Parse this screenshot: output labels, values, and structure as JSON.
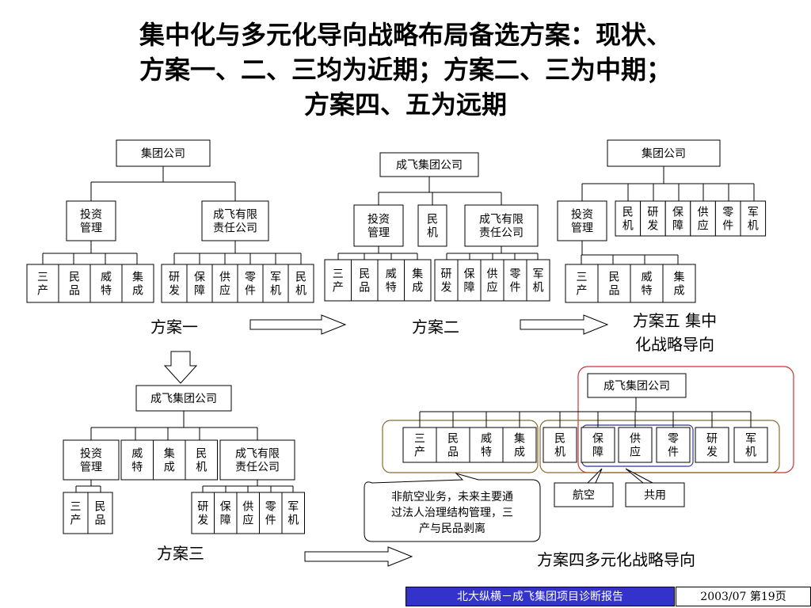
{
  "title": {
    "line1": "集中化与多元化导向战略布局备选方案：现状、",
    "line2": "方案一、二、三均为近期；方案二、三为中期；",
    "line3": "方案四、五为远期"
  },
  "labels": {
    "plan1": "方案一",
    "plan2": "方案二",
    "plan3": "方案三",
    "plan4": "方案四多元化战略导向",
    "plan5_line1": "方案五 集中",
    "plan5_line2": "化战略导向"
  },
  "plan1": {
    "root": "集团公司",
    "invest": [
      "投资",
      "管理"
    ],
    "cfc": [
      "成飞有限",
      "责任公司"
    ],
    "invest_children": [
      [
        "三",
        "产"
      ],
      [
        "民",
        "品"
      ],
      [
        "威",
        "特"
      ],
      [
        "集",
        "成"
      ]
    ],
    "cfc_children": [
      [
        "研",
        "发"
      ],
      [
        "保",
        "障"
      ],
      [
        "供",
        "应"
      ],
      [
        "零",
        "件"
      ],
      [
        "军",
        "机"
      ],
      [
        "民",
        "机"
      ]
    ]
  },
  "plan2": {
    "root": "成飞集团公司",
    "invest": [
      "投资",
      "管理"
    ],
    "minji": [
      "民",
      "机"
    ],
    "cfc": [
      "成飞有限",
      "责任公司"
    ],
    "invest_children": [
      [
        "三",
        "产"
      ],
      [
        "民",
        "品"
      ],
      [
        "威",
        "特"
      ],
      [
        "集",
        "成"
      ]
    ],
    "cfc_children": [
      [
        "研",
        "发"
      ],
      [
        "保",
        "障"
      ],
      [
        "供",
        "应"
      ],
      [
        "零",
        "件"
      ],
      [
        "军",
        "机"
      ]
    ]
  },
  "plan5": {
    "root": "集团公司",
    "invest": [
      "投资",
      "管理"
    ],
    "units": [
      [
        "民",
        "机"
      ],
      [
        "研",
        "发"
      ],
      [
        "保",
        "障"
      ],
      [
        "供",
        "应"
      ],
      [
        "零",
        "件"
      ],
      [
        "军",
        "机"
      ]
    ],
    "invest_children": [
      [
        "三",
        "产"
      ],
      [
        "民",
        "品"
      ],
      [
        "威",
        "特"
      ],
      [
        "集",
        "成"
      ]
    ]
  },
  "plan3": {
    "root": "成飞集团公司",
    "invest": [
      "投资",
      "管理"
    ],
    "middle": [
      [
        "威",
        "特"
      ],
      [
        "集",
        "成"
      ],
      [
        "民",
        "机"
      ]
    ],
    "cfc": [
      "成飞有限",
      "责任公司"
    ],
    "invest_children": [
      [
        "三",
        "产"
      ],
      [
        "民",
        "品"
      ]
    ],
    "cfc_children": [
      [
        "研",
        "发"
      ],
      [
        "保",
        "障"
      ],
      [
        "供",
        "应"
      ],
      [
        "零",
        "件"
      ],
      [
        "军",
        "机"
      ]
    ]
  },
  "plan4": {
    "root": "成飞集团公司",
    "left_children": [
      [
        "三",
        "产"
      ],
      [
        "民",
        "品"
      ],
      [
        "威",
        "特"
      ],
      [
        "集",
        "成"
      ]
    ],
    "right_children": [
      [
        "民",
        "机"
      ],
      [
        "保",
        "障"
      ],
      [
        "供",
        "应"
      ],
      [
        "零",
        "件"
      ],
      [
        "研",
        "发"
      ],
      [
        "军",
        "机"
      ]
    ],
    "aviation": "航空",
    "shared": "共用",
    "callout": [
      "非航空业务，未来主要通",
      "过法人治理结构管理，三",
      "产与民品剥离"
    ]
  },
  "footer": {
    "title": "北大纵横－成飞集团项目诊断报告",
    "date": "2003/07  第19页"
  },
  "colors": {
    "footer_bg": "#3333cc",
    "aviation_group_border": "#cc3333",
    "shared_group_border": "#333399",
    "business_group_border": "#8b6b2e"
  }
}
